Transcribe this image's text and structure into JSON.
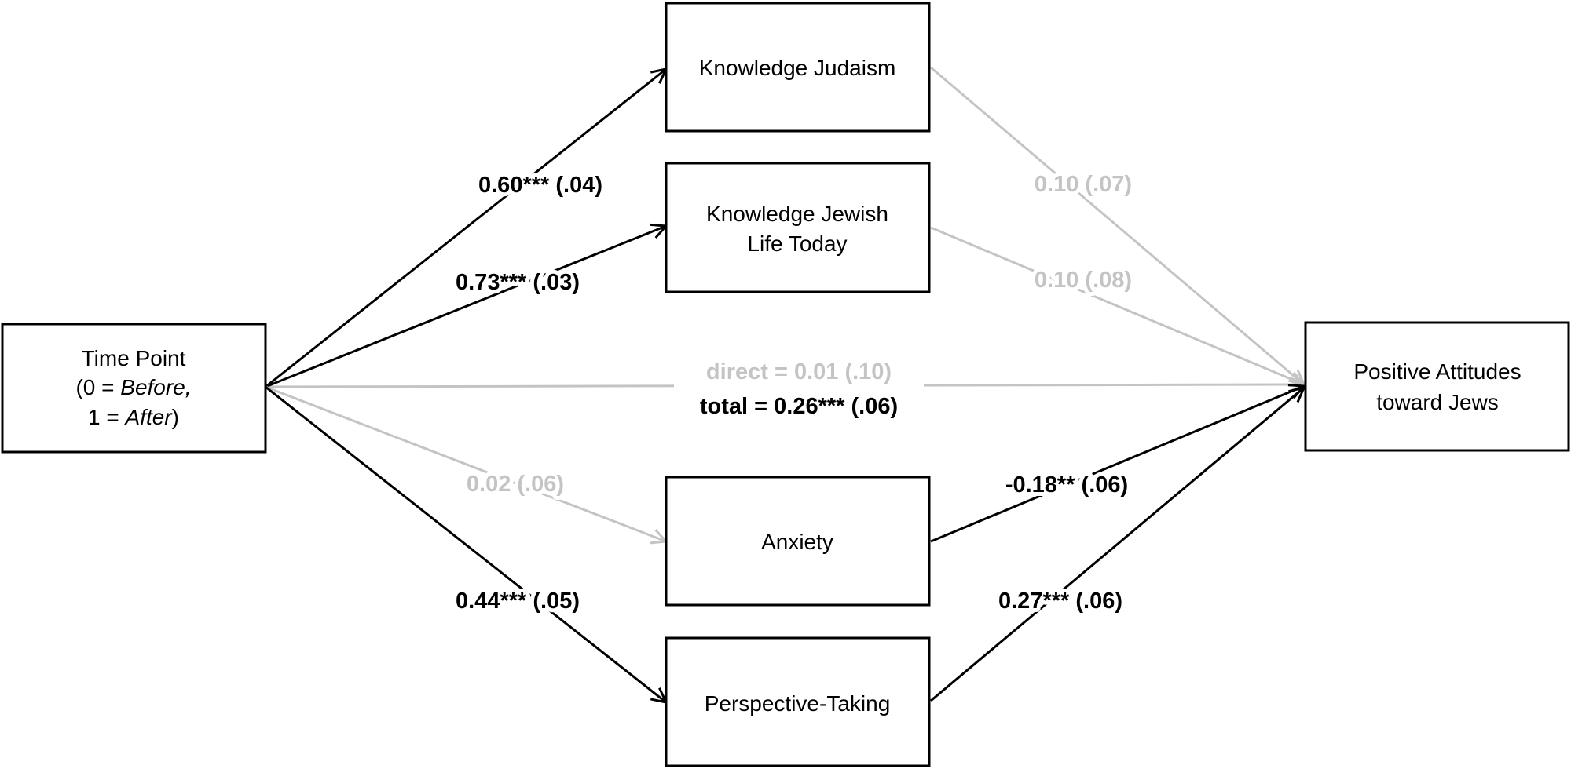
{
  "colors": {
    "significant": "#000000",
    "nonsignificant": "#c4c4c4"
  },
  "nodes": {
    "time_point": {
      "line1": "Time Point",
      "line2_prefix": "(0 = ",
      "line2_italic": "Before,",
      "line3_prefix": "1 = ",
      "line3_italic": "After",
      "line3_suffix": ")"
    },
    "knowledge_judaism": {
      "line1": "Knowledge Judaism"
    },
    "knowledge_jewish_life": {
      "line1": "Knowledge Jewish",
      "line2": "Life Today"
    },
    "anxiety": {
      "line1": "Anxiety"
    },
    "perspective_taking": {
      "line1": "Perspective-Taking"
    },
    "positive_attitudes": {
      "line1": "Positive Attitudes",
      "line2": "toward Jews"
    }
  },
  "paths": {
    "a_knowledge_judaism": {
      "label": "0.60*** (.04)",
      "significant": true
    },
    "a_knowledge_jewish_life": {
      "label": "0.73*** (.03)",
      "significant": true
    },
    "a_anxiety": {
      "label": "0.02 (.06)",
      "significant": false
    },
    "a_perspective_taking": {
      "label": "0.44*** (.05)",
      "significant": true
    },
    "b_knowledge_judaism": {
      "label": "0.10 (.07)",
      "significant": false
    },
    "b_knowledge_jewish_life": {
      "label": "0.10 (.08)",
      "significant": false
    },
    "b_anxiety": {
      "label": "-0.18** (.06)",
      "significant": true
    },
    "b_perspective_taking": {
      "label": "0.27*** (.06)",
      "significant": true
    },
    "direct": {
      "label": "direct = 0.01 (.10)",
      "significant": false
    },
    "total": {
      "label": "total = 0.26*** (.06)",
      "significant": true
    }
  }
}
